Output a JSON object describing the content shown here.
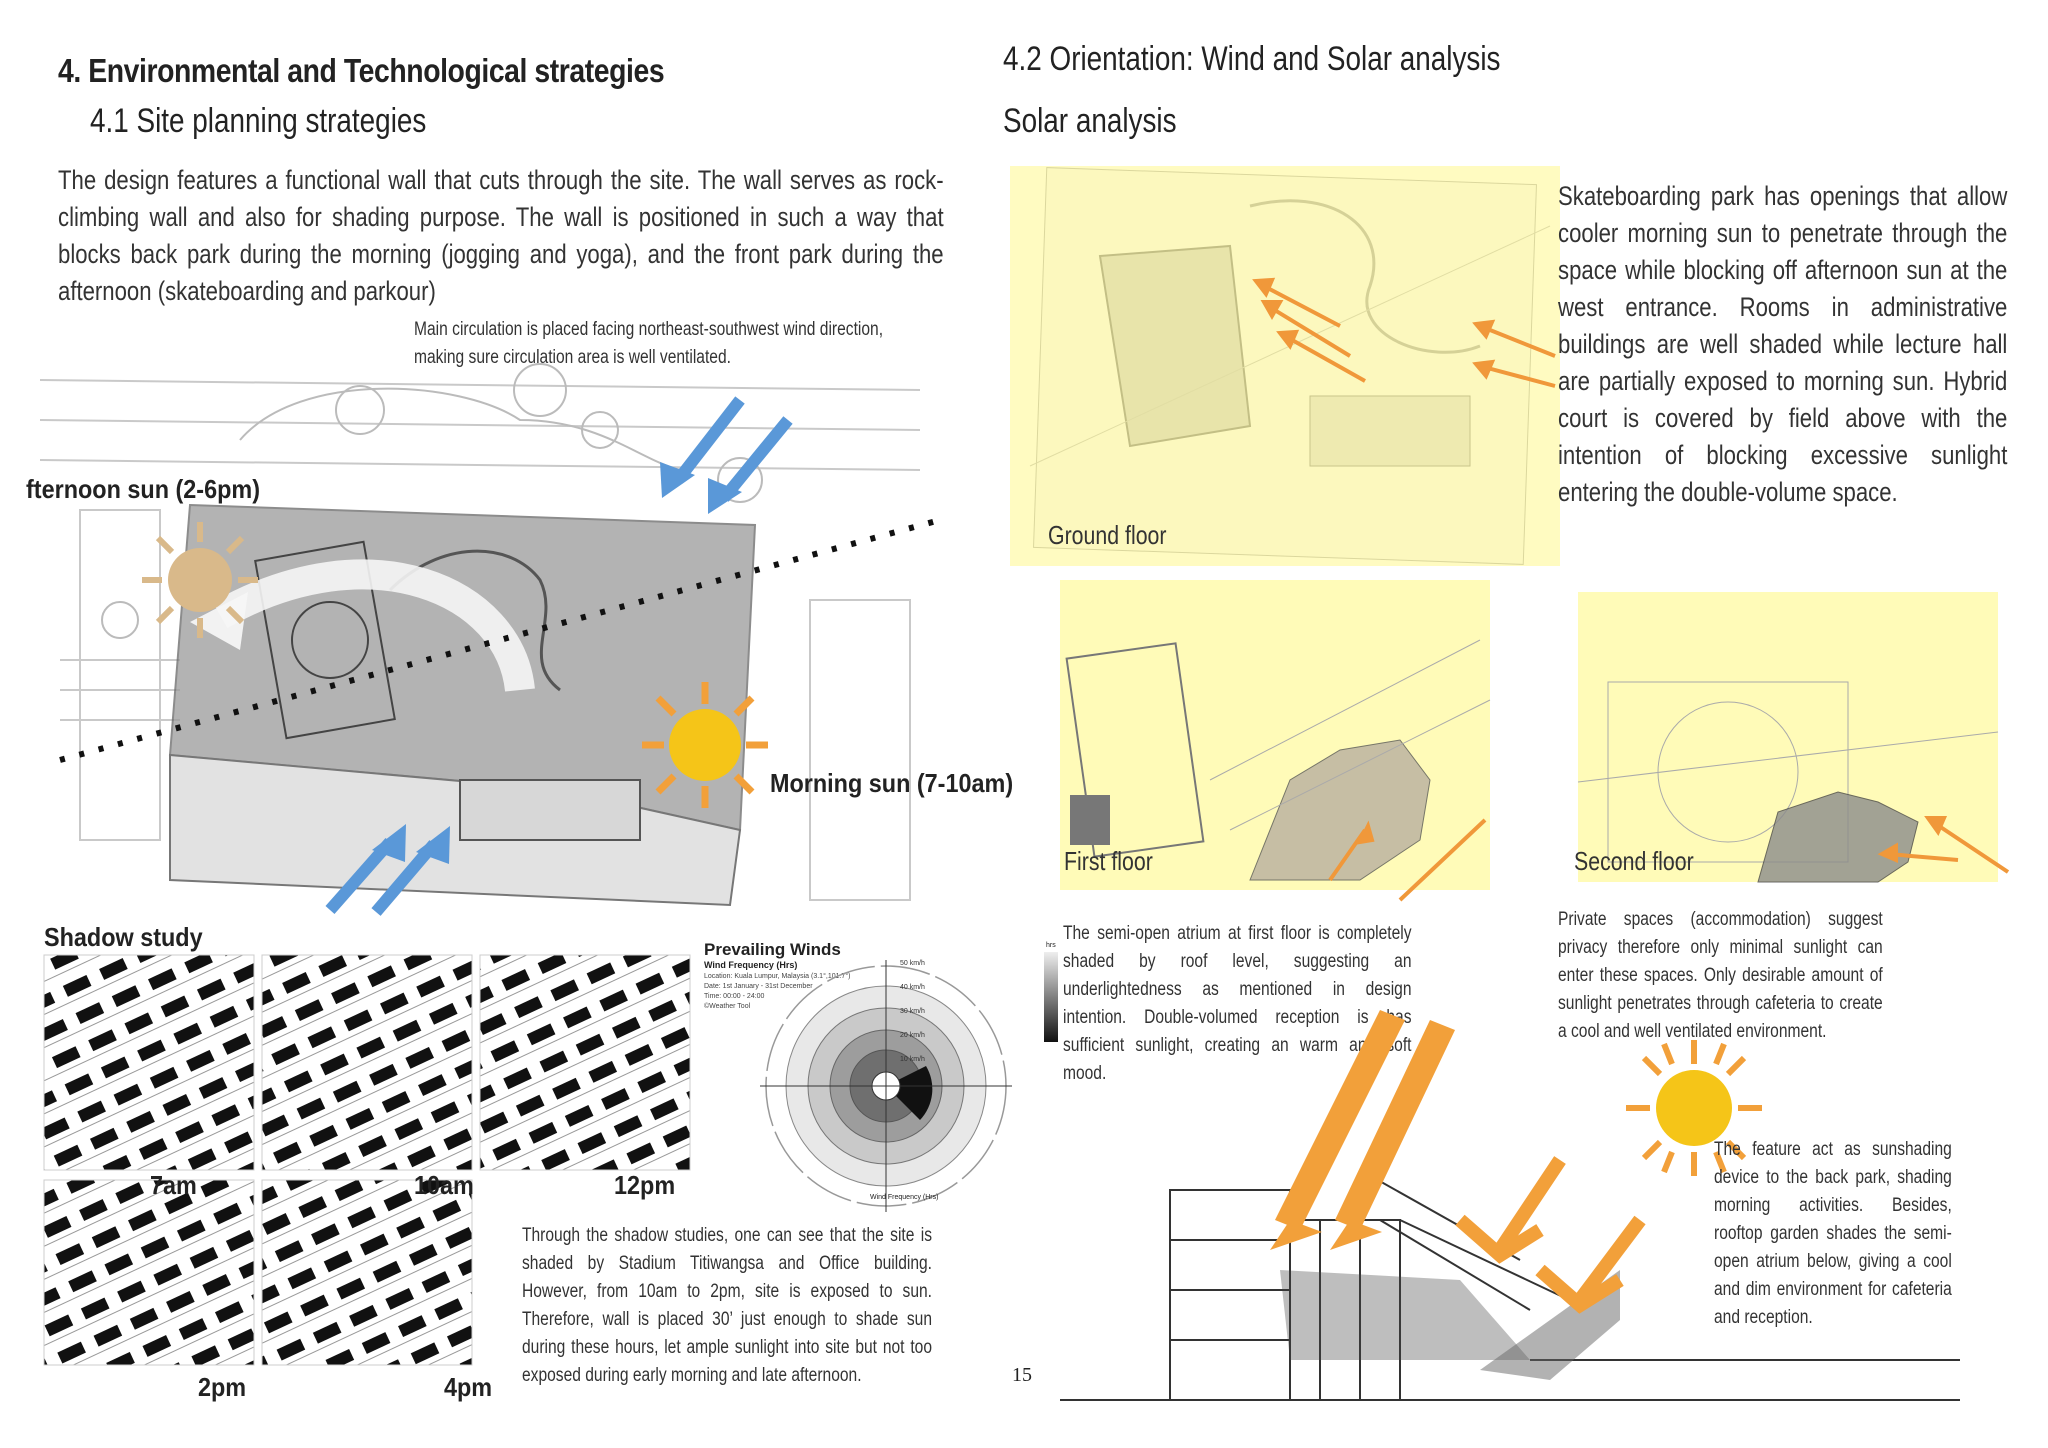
{
  "left": {
    "heading": "4. Environmental and Technological strategies",
    "subheading": "4.1   Site planning strategies",
    "intro": "The design features a functional wall that cuts through the site. The wall serves as rock-climbing wall and also for shading purpose. The wall is positioned in such a way that blocks back park during the morning (jogging and yoga), and the front park during the afternoon (skateboarding and parkour)",
    "circulation_note": "Main circulation is placed facing northeast-southwest wind direction, making sure circulation area is well ventilated.",
    "afternoon_label": "fternoon sun (2-6pm)",
    "morning_label": "Morning sun (7-10am)",
    "shadow_title": "Shadow study",
    "shadow_times": [
      "7am",
      "10am",
      "12pm",
      "2pm",
      "4pm"
    ],
    "shadow_text": "Through the shadow studies, one can see that  the site is shaded by Stadium Titiwangsa and Office  building. However, from 10am to 2pm, site is exposed to sun. Therefore, wall is placed 30’ just enough to shade sun during these hours, let ample sunlight into site but not too exposed during early morning and late afternoon.",
    "wind_chart": {
      "title": "Prevailing Winds",
      "subtitle": "Wind Frequency (Hrs)",
      "meta": [
        "Location: Kuala Lumpur, Malaysia (3.1°,101.7°)",
        "Date: 1st January - 31st December",
        "Time: 00:00 - 24:00",
        "©Weather Tool"
      ],
      "rings": [
        "50 km/h",
        "40 km/h",
        "30 km/h",
        "20 km/h",
        "10 km/h"
      ],
      "legend_title": "hrs",
      "axis_label": "Wind Frequency (Hrs)"
    }
  },
  "right": {
    "heading": "4.2 Orientation: Wind and Solar analysis",
    "subheading": "Solar analysis",
    "skate_text": "Skateboarding park has openings that allow cooler morning sun to penetrate through the space while blocking off afternoon sun at the west entrance. Rooms in administrative buildings are well shaded while lecture hall are partially exposed to morning sun. Hybrid court is covered by field above with the intention of blocking excessive sunlight entering the double-volume space.",
    "ground_label": "Ground floor",
    "first_label": "First floor",
    "second_label": "Second floor",
    "atrium_text": "The semi-open atrium at first floor is completely shaded by roof level, suggesting an underlightedness as mentioned in design intention. Double-volumed reception is has sufficient sunlight, creating an warm and soft mood.",
    "private_text": "Private spaces (accommodation) suggest privacy therefore only minimal sunlight can enter these spaces. Only desirable amount of sunlight penetrates through cafeteria to create a cool and well ventilated environment.",
    "feature_text": "The feature act as sunshading device to the back park, shading morning activities.  Besides, rooftop garden shades the semi-open atrium below, giving a cool and dim environment  for cafeteria and reception."
  },
  "page_number": "15",
  "colors": {
    "sun_yellow": "#f5c518",
    "sun_orange": "#f2a03a",
    "sun_tan": "#d9b98a",
    "wind_blue": "#5a98d8",
    "highlight_yellow": "#fff9a0",
    "arrow_orange": "#f0983a"
  }
}
